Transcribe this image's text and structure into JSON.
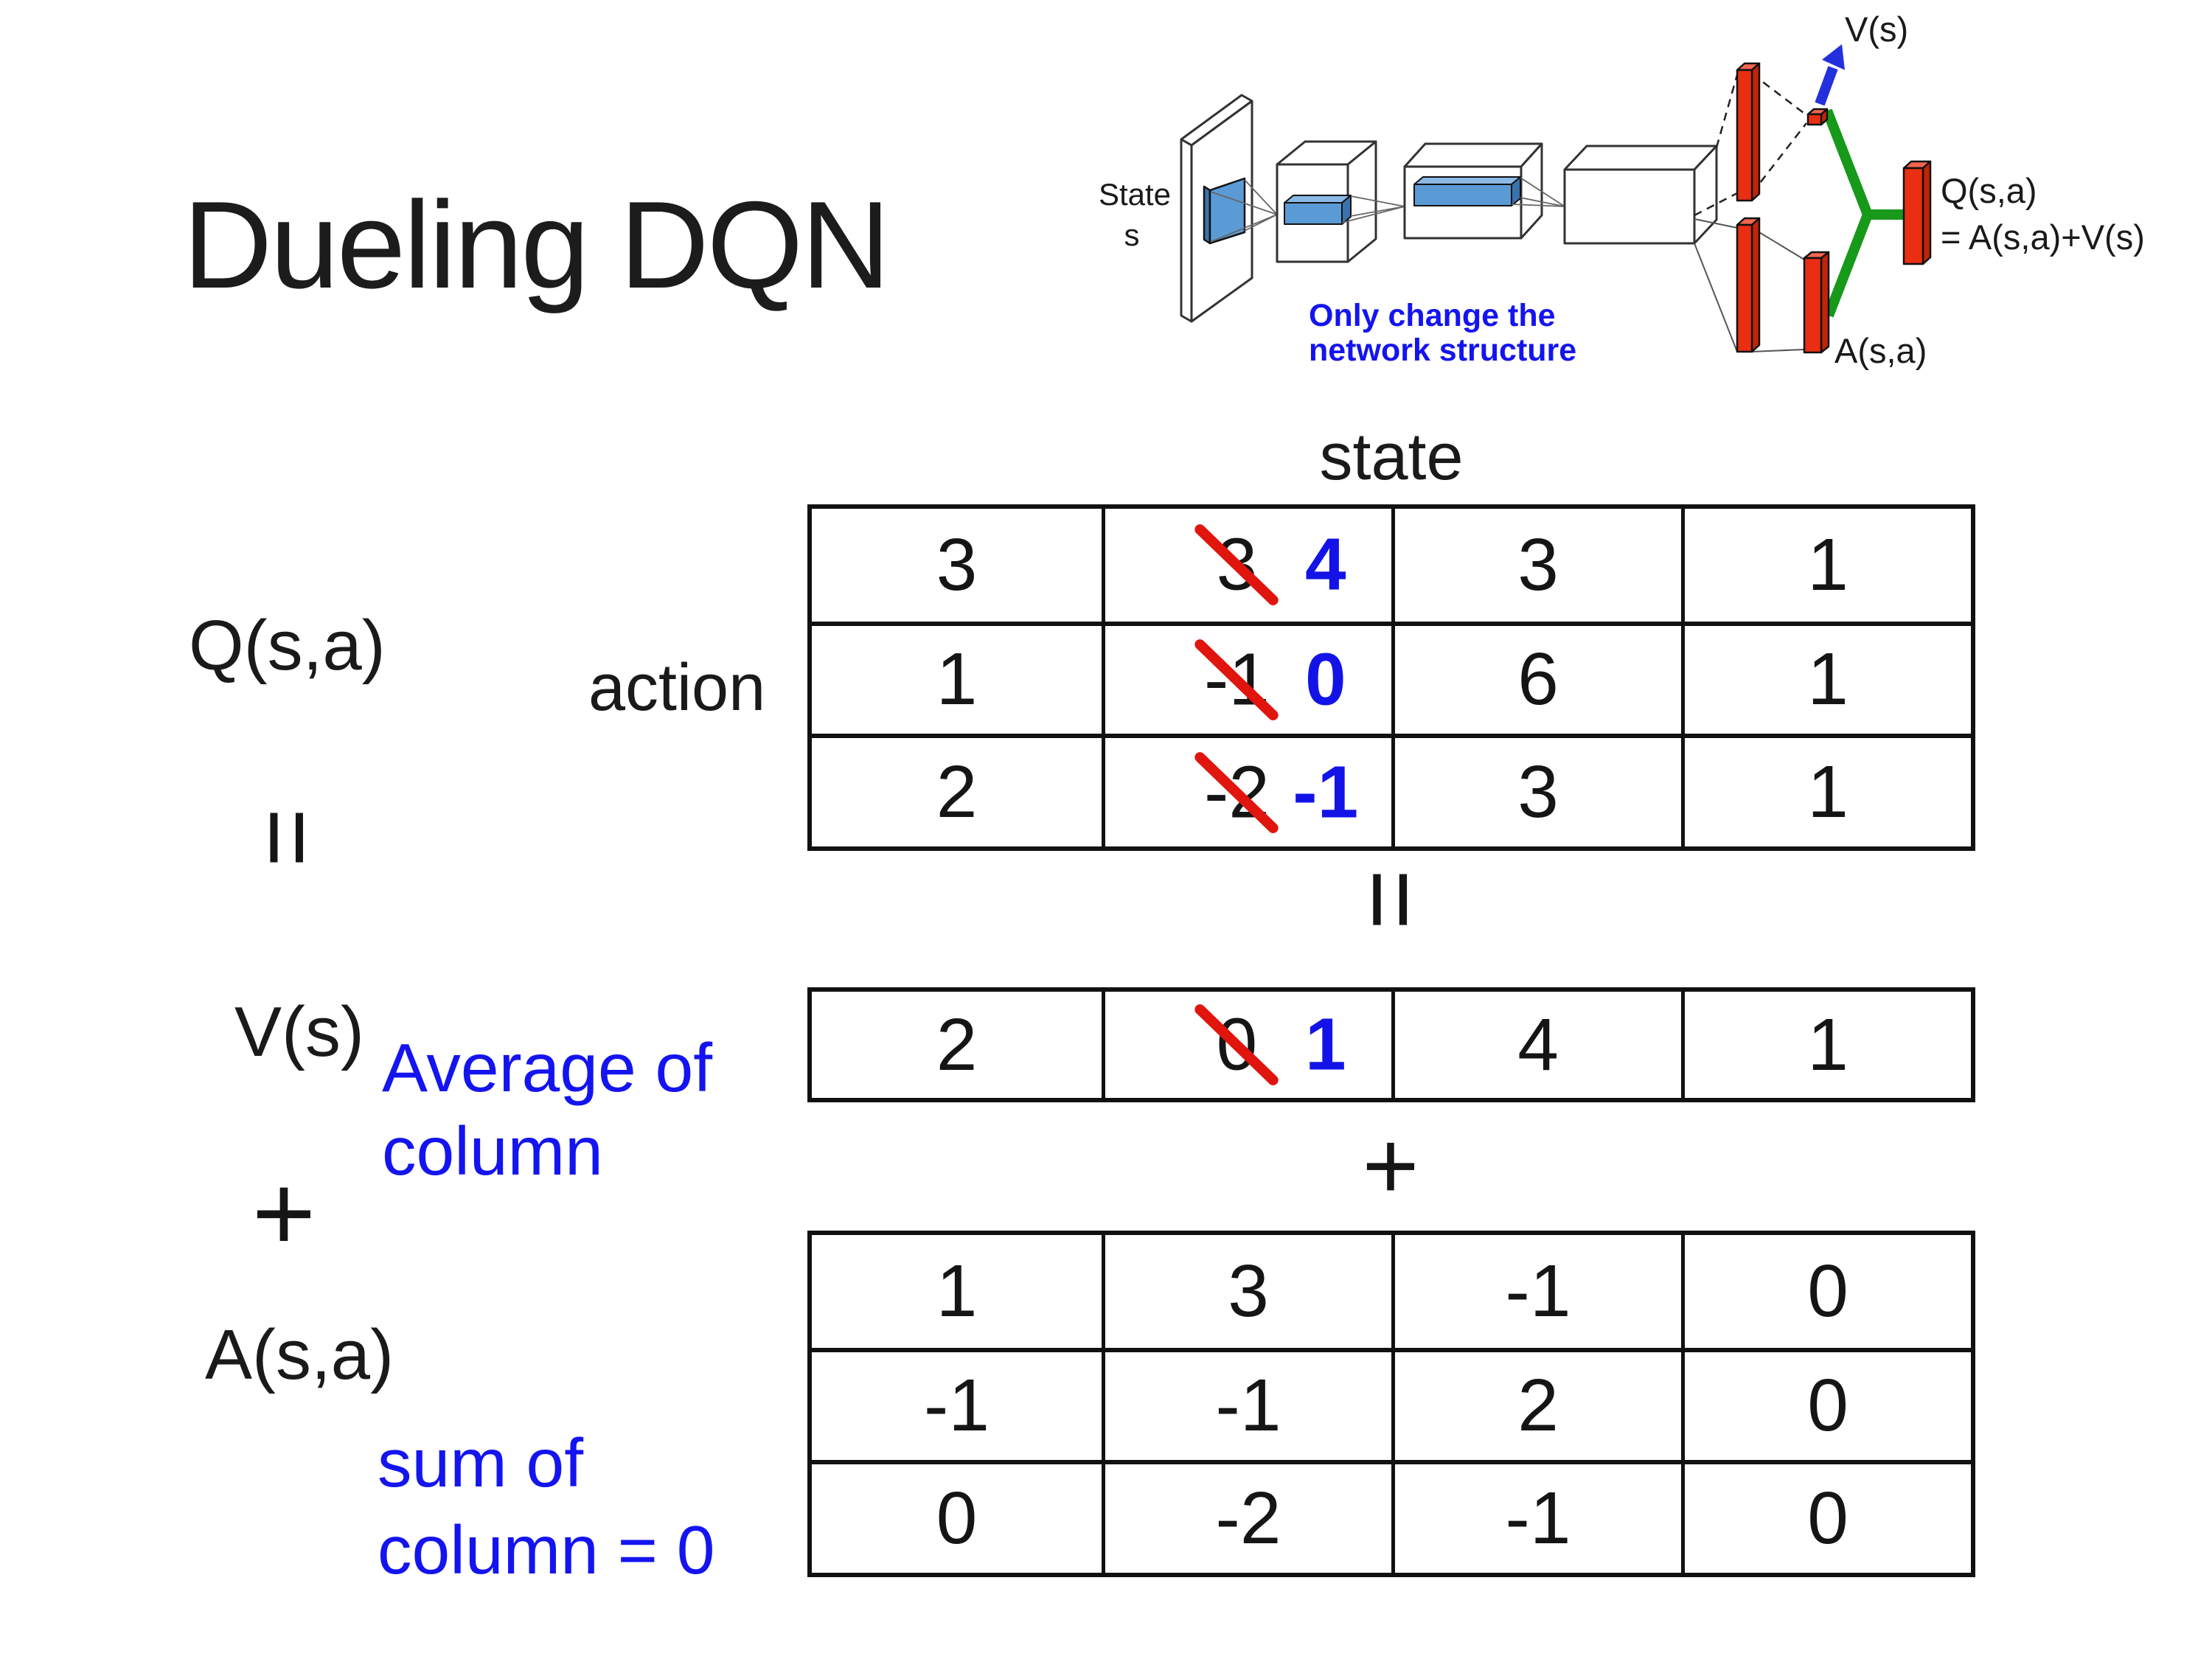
{
  "labels": {
    "title": "Dueling DQN",
    "q": "Q(s,a)",
    "v": "V(s)",
    "a": "A(s,a)",
    "equals": "=",
    "plus": "+",
    "state": "state",
    "action": "action",
    "avg_line1": "Average of",
    "avg_line2": "column",
    "sum_line1": "sum of",
    "sum_line2": "column = 0"
  },
  "tables": {
    "q_rows": [
      {
        "c0": "3",
        "old": "3",
        "new": "4",
        "c2": "3",
        "c3": "1"
      },
      {
        "c0": "1",
        "old": "-1",
        "new": "0",
        "c2": "6",
        "c3": "1"
      },
      {
        "c0": "2",
        "old": "-2",
        "new": "-1",
        "c2": "3",
        "c3": "1"
      }
    ],
    "v_row": {
      "c0": "2",
      "old": "0",
      "new": "1",
      "c2": "4",
      "c3": "1"
    },
    "a_rows": [
      {
        "c0": "1",
        "c1": "3",
        "c2": "-1",
        "c3": "0"
      },
      {
        "c0": "-1",
        "c1": "-1",
        "c2": "2",
        "c3": "0"
      },
      {
        "c0": "0",
        "c1": "-2",
        "c2": "-1",
        "c3": "0"
      }
    ]
  },
  "diagram": {
    "state_line1": "State",
    "state_line2": "s",
    "note_line1": "Only change the",
    "note_line2": "network structure",
    "v_out": "V(s)",
    "q_out_line1": "Q(s,a)",
    "q_out_line2": "= A(s,a)+V(s)",
    "a_out": "A(s,a)"
  },
  "colors": {
    "annotation_blue": "#1414f0",
    "corrected_value_blue": "#1313e8",
    "strike_red": "#e0150d",
    "bar_red": "#ea2e12",
    "conv_blue": "#5b9bd5",
    "link_green": "#17991a",
    "arrow_blue": "#2430dc",
    "text_black": "#1a1a1a"
  }
}
